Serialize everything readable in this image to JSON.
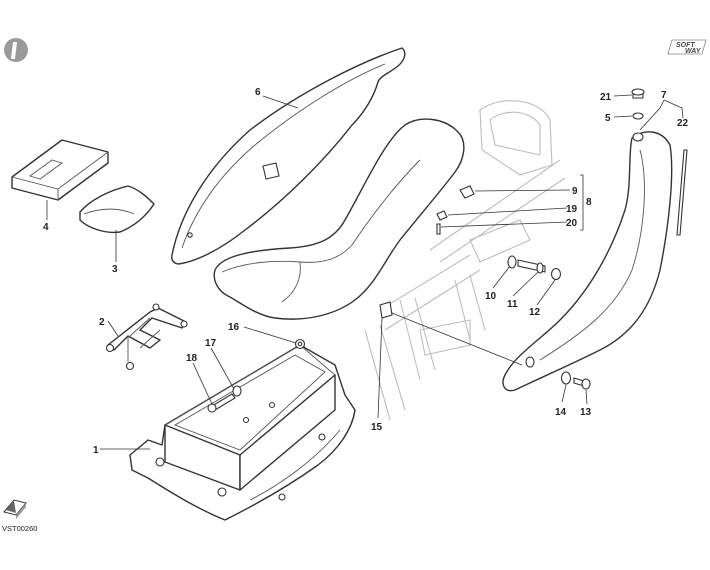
{
  "diagram": {
    "reference_code": "VST00260",
    "logo_text": [
      "SOFT",
      "WAY"
    ],
    "callouts": [
      "1",
      "2",
      "3",
      "4",
      "5",
      "6",
      "7",
      "8",
      "9",
      "10",
      "11",
      "12",
      "13",
      "14",
      "15",
      "16",
      "17",
      "18",
      "19",
      "20",
      "21",
      "22"
    ]
  },
  "icons": {
    "corner_badge": "info-badge-icon",
    "book_symbol": "manual-book-icon",
    "logo": "softway-logo"
  }
}
